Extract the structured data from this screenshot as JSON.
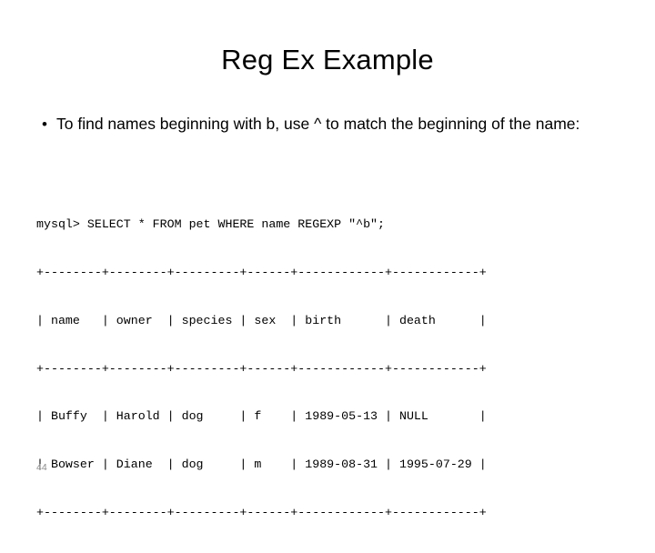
{
  "slide": {
    "title": "Reg Ex Example",
    "bullets": [
      {
        "marker": "•",
        "text": "To find names beginning with b, use ^ to match the beginning of the name:"
      }
    ],
    "code_lines": [
      "mysql> SELECT * FROM pet WHERE name REGEXP \"^b\";",
      "+--------+--------+---------+------+------------+------------+",
      "| name   | owner  | species | sex  | birth      | death      |",
      "+--------+--------+---------+------+------------+------------+",
      "| Buffy  | Harold | dog     | f    | 1989-05-13 | NULL       |",
      "| Bowser | Diane  | dog     | m    | 1989-08-31 | 1995-07-29 |",
      "+--------+--------+---------+------+------------+------------+"
    ],
    "page_number": "44"
  }
}
